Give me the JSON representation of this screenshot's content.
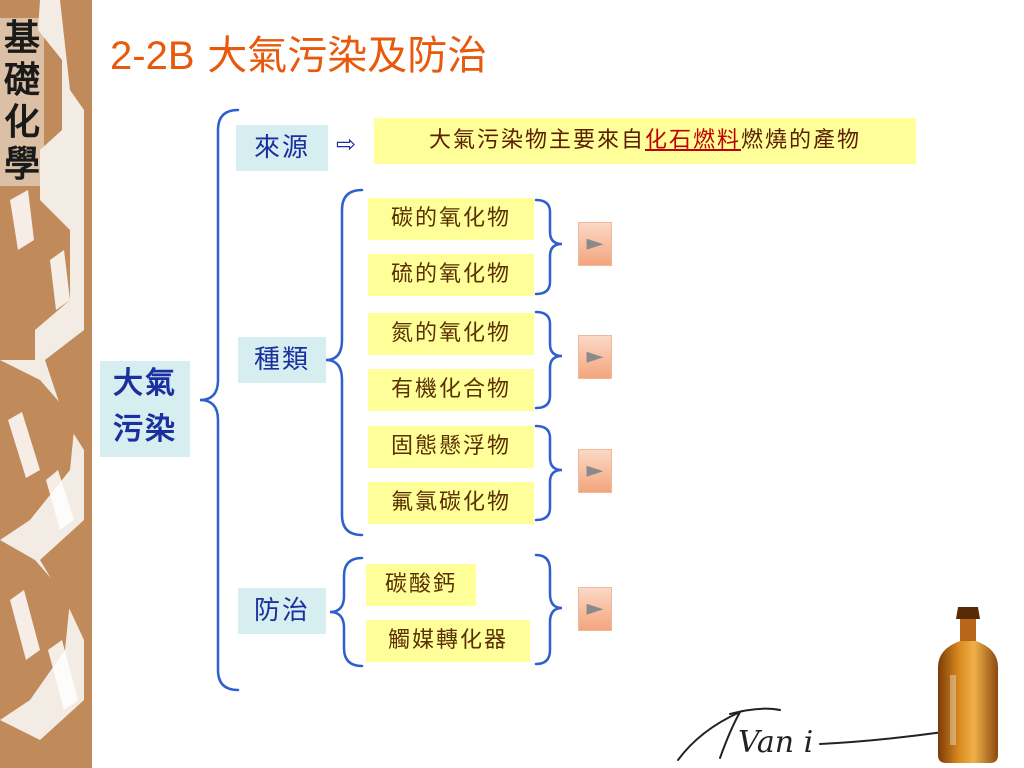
{
  "sidebar": {
    "title_chars": [
      "基",
      "礎",
      "化",
      "學"
    ]
  },
  "header": {
    "code": "2-2B",
    "title": "大氣污染及防治"
  },
  "main_label": {
    "line1": "大氣",
    "line2": "污染"
  },
  "categories": {
    "source": "來源",
    "types": "種類",
    "control": "防治"
  },
  "source": {
    "arrow": "⇨",
    "text_before": "大氣污染物主要來自",
    "highlight": "化石燃料",
    "text_after": "燃燒的產物"
  },
  "pollutants": [
    "碳的氧化物",
    "硫的氧化物",
    "氮的氧化物",
    "有機化合物",
    "固態懸浮物",
    "氟氯碳化物"
  ],
  "controls": [
    "碳酸鈣",
    "觸媒轉化器"
  ],
  "play_buttons": [
    "►",
    "►",
    "►",
    "►"
  ],
  "logo": {
    "text": "Van i"
  },
  "colors": {
    "title": "#e8590c",
    "brace": "#2f5fcf",
    "box": "#ffff99",
    "category_bg": "#d6eef0",
    "category_text": "#1b2fa0",
    "highlight": "#c00000"
  }
}
